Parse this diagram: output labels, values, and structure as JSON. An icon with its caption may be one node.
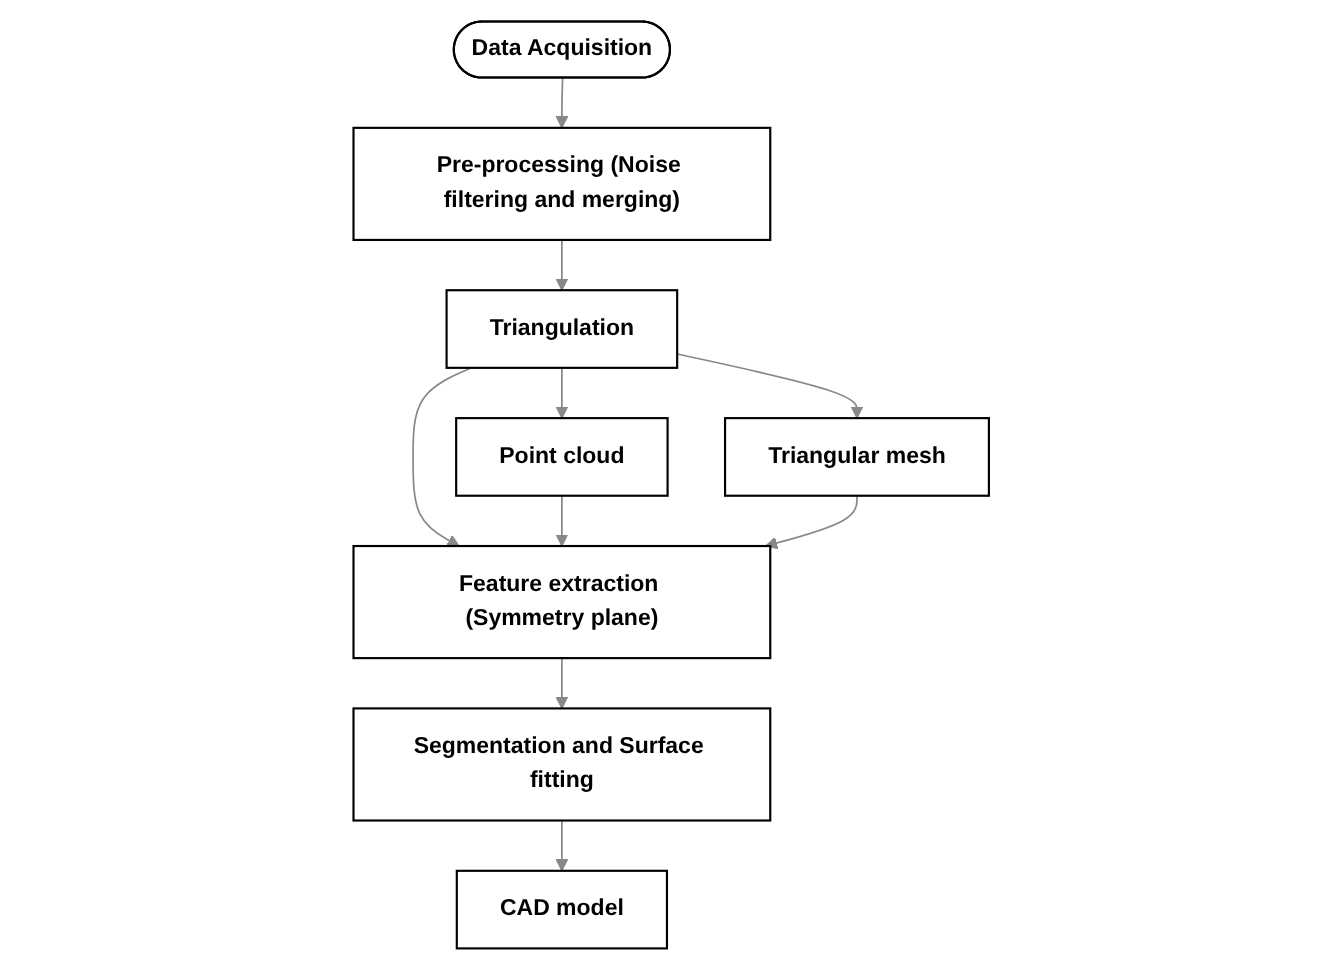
{
  "diagram": {
    "nodes": [
      {
        "text": [
          "Data Acquisition"
        ]
      },
      {
        "text": [
          "Pre-processing (Noise filtering and merging)"
        ]
      },
      {
        "text": [
          "Triangulation"
        ]
      },
      {
        "text": [
          "Point cloud"
        ]
      },
      {
        "text": [
          "Feature extraction (Symmetry plane)"
        ]
      },
      {
        "text": [
          "Triangular mesh"
        ]
      },
      {
        "text": [
          "Segmentation and Surface fitting"
        ]
      },
      {
        "text": [
          "CAD model"
        ]
      }
    ],
    "edges": [
      {
        "from": 0,
        "to": 1,
        "arrow": "to"
      },
      {
        "from": 1,
        "to": 2,
        "arrow": "to"
      },
      {
        "from": 2,
        "to": 3,
        "arrow": "to"
      },
      {
        "from": 2,
        "to": 4,
        "arrow": "to"
      },
      {
        "from": 2,
        "to": 5,
        "arrow": "to"
      },
      {
        "from": 3,
        "to": 4,
        "arrow": "to"
      },
      {
        "from": 5,
        "to": 4,
        "arrow": "to"
      },
      {
        "from": 4,
        "to": 6,
        "arrow": "to"
      },
      {
        "from": 6,
        "to": 7,
        "arrow": "to"
      }
    ]
  }
}
